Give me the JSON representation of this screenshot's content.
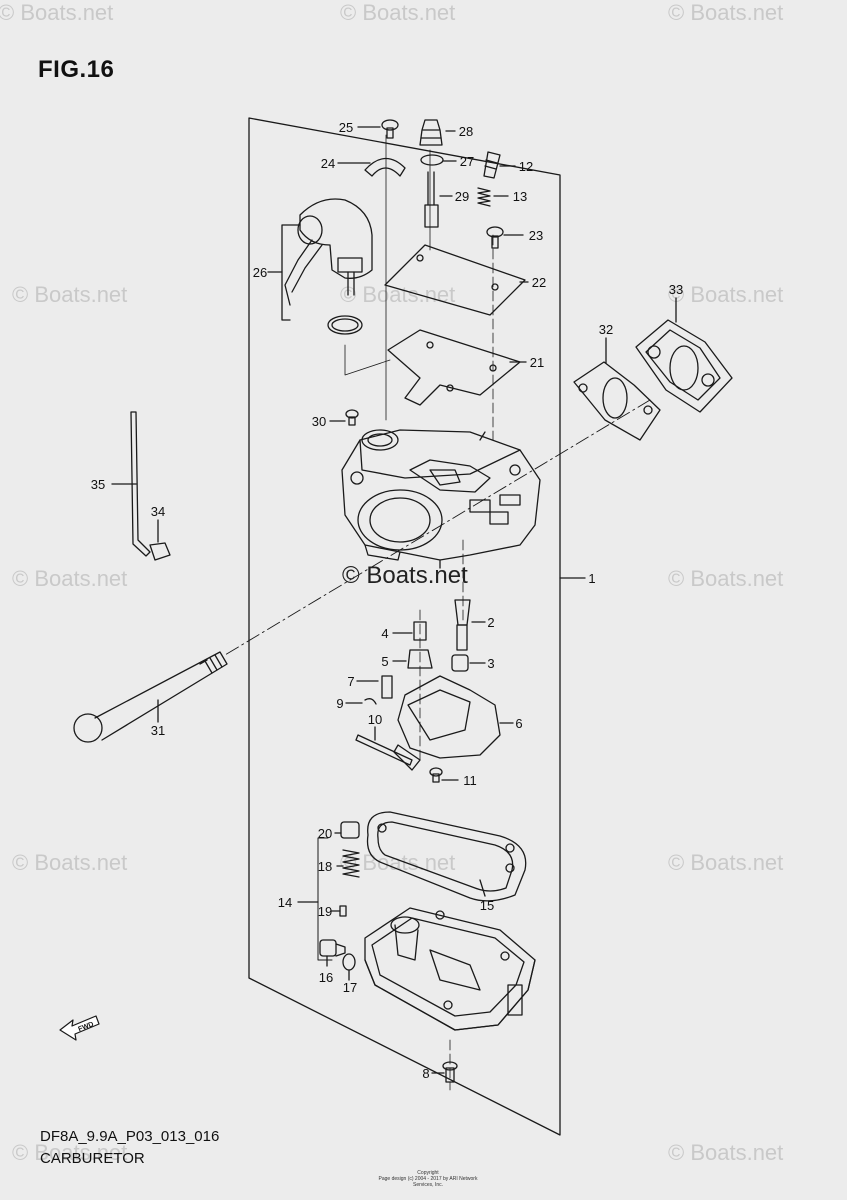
{
  "figure_title": "FIG.16",
  "part_code": "DF8A_9.9A_P03_013_016",
  "part_name": "CARBURETOR",
  "watermark": "© Boats.net",
  "copyright_lines": [
    "Copyright",
    "Page design (c) 2004 - 2017 by ARI Network Services, Inc."
  ],
  "fwd_label": "FWD",
  "callouts": [
    {
      "id": "1",
      "label": "1"
    },
    {
      "id": "2",
      "label": "2"
    },
    {
      "id": "3",
      "label": "3"
    },
    {
      "id": "4",
      "label": "4"
    },
    {
      "id": "5",
      "label": "5"
    },
    {
      "id": "6",
      "label": "6"
    },
    {
      "id": "7",
      "label": "7"
    },
    {
      "id": "8",
      "label": "8"
    },
    {
      "id": "9",
      "label": "9"
    },
    {
      "id": "10",
      "label": "10"
    },
    {
      "id": "11",
      "label": "11"
    },
    {
      "id": "12",
      "label": "12"
    },
    {
      "id": "13",
      "label": "13"
    },
    {
      "id": "14",
      "label": "14"
    },
    {
      "id": "15",
      "label": "15"
    },
    {
      "id": "16",
      "label": "16"
    },
    {
      "id": "17",
      "label": "17"
    },
    {
      "id": "18",
      "label": "18"
    },
    {
      "id": "19",
      "label": "19"
    },
    {
      "id": "20",
      "label": "20"
    },
    {
      "id": "21",
      "label": "21"
    },
    {
      "id": "22",
      "label": "22"
    },
    {
      "id": "23",
      "label": "23"
    },
    {
      "id": "24",
      "label": "24"
    },
    {
      "id": "25",
      "label": "25"
    },
    {
      "id": "26",
      "label": "26"
    },
    {
      "id": "27",
      "label": "27"
    },
    {
      "id": "28",
      "label": "28"
    },
    {
      "id": "29",
      "label": "29"
    },
    {
      "id": "30",
      "label": "30"
    },
    {
      "id": "31",
      "label": "31"
    },
    {
      "id": "32",
      "label": "32"
    },
    {
      "id": "33",
      "label": "33"
    },
    {
      "id": "34",
      "label": "34"
    },
    {
      "id": "35",
      "label": "35"
    }
  ]
}
